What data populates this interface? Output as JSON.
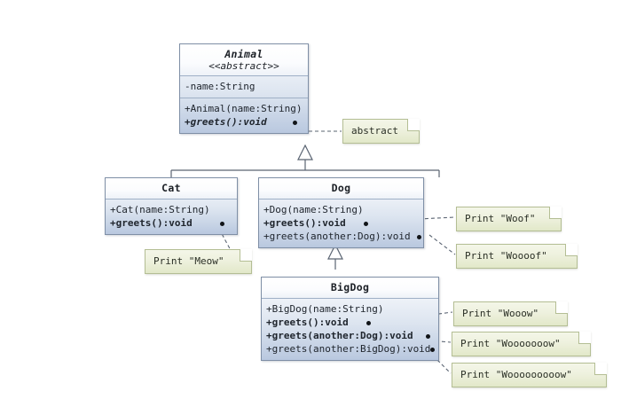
{
  "diagram": {
    "title": "UML class diagram: Animal hierarchy with method overriding and overloading",
    "background_color": "#ffffff",
    "class_fill_color": "#c3d0e4",
    "class_border_color": "#7f8fa6",
    "note_fill_color": "#e9eed6",
    "note_border_color": "#b4be94",
    "edge_color": "#5a6472"
  },
  "classes": [
    {
      "id": "animal",
      "name": "Animal",
      "stereotype": "<<abstract>>",
      "abstract": true,
      "attributes": [
        {
          "text": "-name:String",
          "style": "normal",
          "anchor": false
        }
      ],
      "methods": [
        {
          "text": "+Animal(name:String)",
          "style": "normal",
          "anchor": false
        },
        {
          "text": "+greets():void",
          "style": "bold-italic",
          "anchor": true
        }
      ]
    },
    {
      "id": "cat",
      "name": "Cat",
      "stereotype": "",
      "abstract": false,
      "attributes": [],
      "methods": [
        {
          "text": "+Cat(name:String)",
          "style": "normal",
          "anchor": false
        },
        {
          "text": "+greets():void",
          "style": "bold",
          "anchor": true
        }
      ]
    },
    {
      "id": "dog",
      "name": "Dog",
      "stereotype": "",
      "abstract": false,
      "attributes": [],
      "methods": [
        {
          "text": "+Dog(name:String)",
          "style": "normal",
          "anchor": false
        },
        {
          "text": "+greets():void",
          "style": "bold",
          "anchor": true
        },
        {
          "text": "+greets(another:Dog):void",
          "style": "normal",
          "anchor": true
        }
      ]
    },
    {
      "id": "bigdog",
      "name": "BigDog",
      "stereotype": "",
      "abstract": false,
      "attributes": [],
      "methods": [
        {
          "text": "+BigDog(name:String)",
          "style": "normal",
          "anchor": false
        },
        {
          "text": "+greets():void",
          "style": "bold",
          "anchor": true
        },
        {
          "text": "+greets(another:Dog):void",
          "style": "bold",
          "anchor": true
        },
        {
          "text": "+greets(another:BigDog):void",
          "style": "normal",
          "anchor": true
        }
      ]
    }
  ],
  "notes": [
    {
      "id": "note-abstract",
      "text": "abstract"
    },
    {
      "id": "note-meow",
      "text": "Print \"Meow\""
    },
    {
      "id": "note-woof",
      "text": "Print \"Woof\""
    },
    {
      "id": "note-woooof",
      "text": "Print \"Woooof\""
    },
    {
      "id": "note-wooow",
      "text": "Print \"Wooow\""
    },
    {
      "id": "note-wooooooow",
      "text": "Print \"Wooooooow\""
    },
    {
      "id": "note-woooooooooow",
      "text": "Print \"Wooooooooow\""
    }
  ],
  "relationships": [
    {
      "type": "generalization",
      "from": "Cat",
      "to": "Animal",
      "arrow": "hollow-triangle"
    },
    {
      "type": "generalization",
      "from": "Dog",
      "to": "Animal",
      "arrow": "hollow-triangle"
    },
    {
      "type": "generalization",
      "from": "BigDog",
      "to": "Dog",
      "arrow": "hollow-triangle"
    }
  ]
}
